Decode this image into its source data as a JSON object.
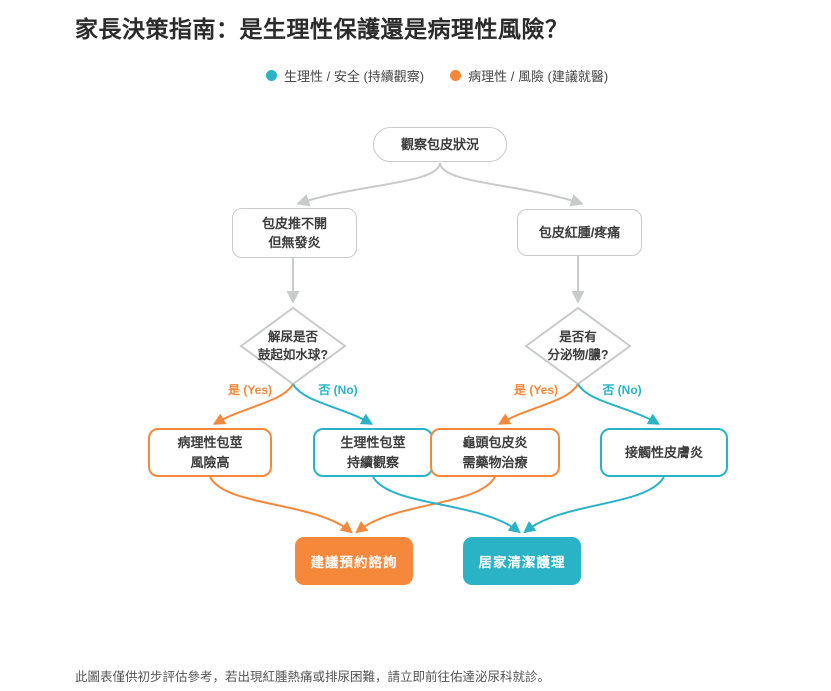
{
  "title": "家長決策指南：是生理性保護還是病理性風險？",
  "legend": {
    "physiologic": {
      "label": "生理性 / 安全 (持續觀察)",
      "color": "#2AB3C6"
    },
    "pathologic": {
      "label": "病理性 / 風險 (建議就醫)",
      "color": "#F6883B"
    }
  },
  "colors": {
    "teal": "#2AB3C6",
    "orange": "#F6883B",
    "connector_gray": "#C9CACB"
  },
  "flowchart": {
    "start": "觀察包皮狀況",
    "branch_left": {
      "line1": "包皮推不開",
      "line2": "但無發炎"
    },
    "branch_right": "包皮紅腫/疼痛",
    "decision_left": {
      "line1": "解尿是否",
      "line2": "鼓起如水球?"
    },
    "decision_right": {
      "line1": "是否有",
      "line2": "分泌物/膿?"
    },
    "yes_label": "是 (Yes)",
    "no_label": "否 (No)",
    "outcomes": {
      "pathologic_phimosis": {
        "line1": "病理性包莖",
        "line2": "風險高"
      },
      "physiologic_phimosis": {
        "line1": "生理性包莖",
        "line2": "持續觀察"
      },
      "balanitis": {
        "line1": "龜頭包皮炎",
        "line2": "需藥物治療"
      },
      "contact_dermatitis": "接觸性皮膚炎"
    },
    "actions": {
      "book_consult": "建議預約諮詢",
      "home_care": "居家清潔護理"
    }
  },
  "footer": "此圖表僅供初步評估參考，若出現紅腫熱痛或排尿困難，請立即前往佑達泌尿科就診。"
}
